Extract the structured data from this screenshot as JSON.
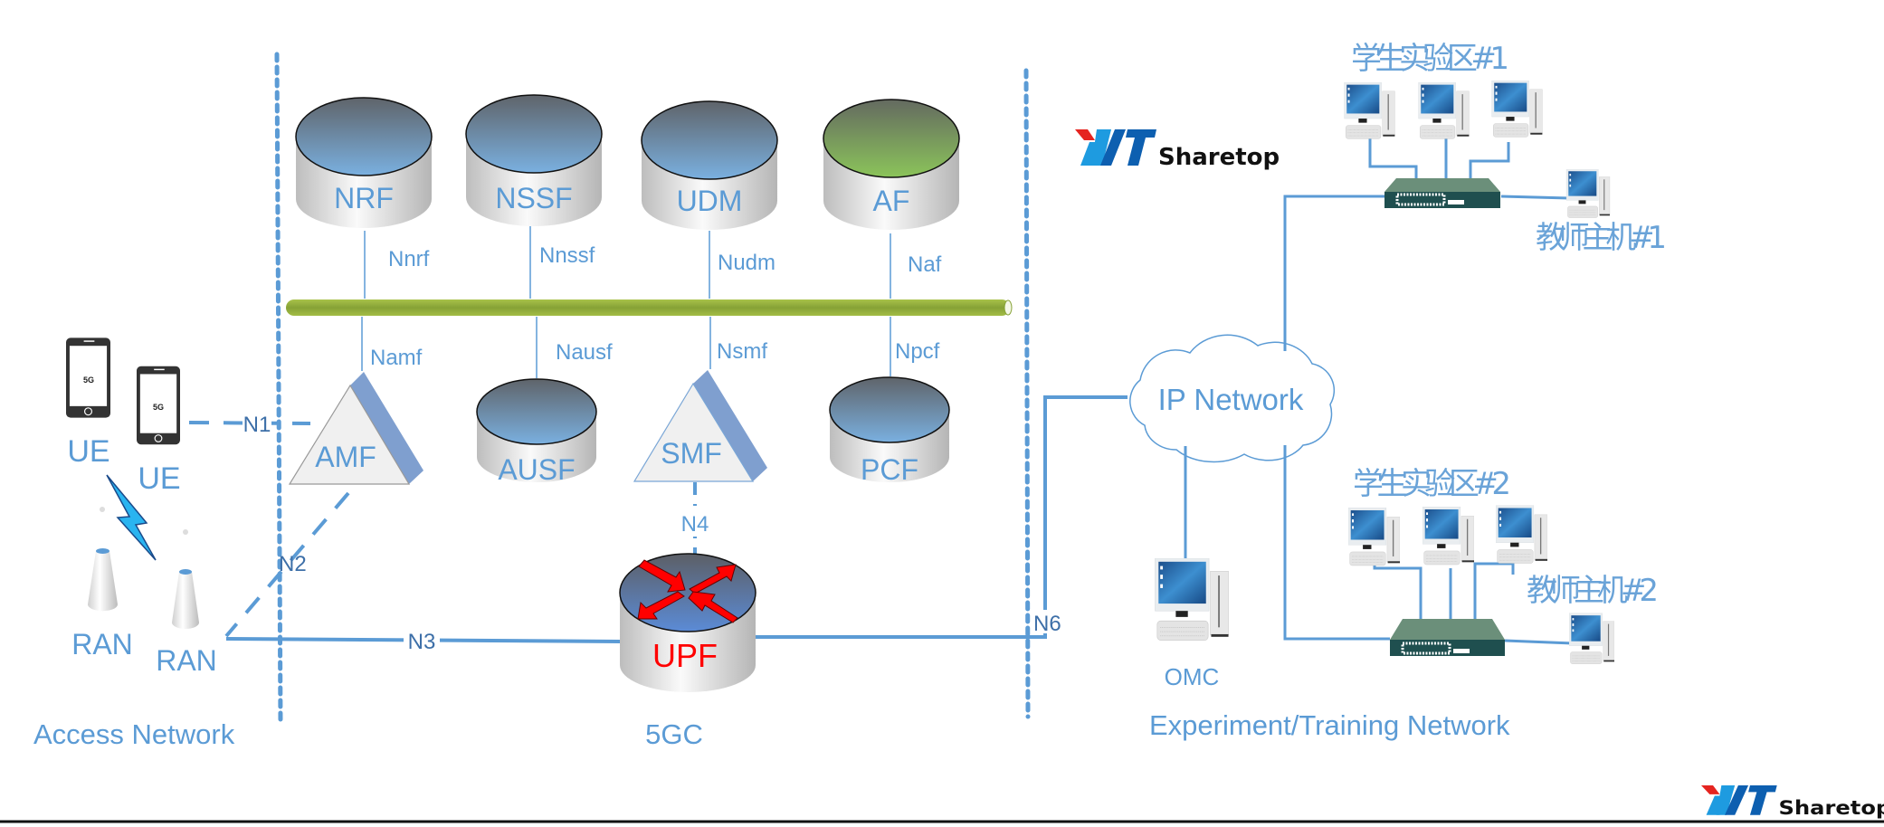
{
  "colors": {
    "text": "#5b9bd5",
    "line": "#5b9bd5",
    "bus": "#8dac3a",
    "nf_top": "#7aaedc",
    "af_top": "#8bc15a",
    "upf_label": "#ff0000",
    "switch": "#1f4f4f"
  },
  "sections": {
    "access": "Access Network",
    "core": "5GC",
    "experiment": "Experiment/Training Network"
  },
  "access": {
    "ue_labels": [
      "UE",
      "UE"
    ],
    "phone_screen": "5G",
    "ran_labels": [
      "RAN",
      "RAN"
    ]
  },
  "core": {
    "top_nfs": [
      {
        "name": "NRF",
        "interface": "Nnrf"
      },
      {
        "name": "NSSF",
        "interface": "Nnssf"
      },
      {
        "name": "UDM",
        "interface": "Nudm"
      },
      {
        "name": "AF",
        "interface": "Naf"
      }
    ],
    "bottom_nfs": [
      {
        "name": "AMF",
        "interface": "Namf"
      },
      {
        "name": "AUSF",
        "interface": "Nausf"
      },
      {
        "name": "SMF",
        "interface": "Nsmf"
      },
      {
        "name": "PCF",
        "interface": "Npcf"
      }
    ],
    "upf": "UPF",
    "links": {
      "n1": "N1",
      "n2": "N2",
      "n3": "N3",
      "n4": "N4",
      "n6": "N6"
    }
  },
  "network": {
    "cloud": "IP Network",
    "omc": "OMC",
    "lab1": "学生实验区#1",
    "teacher1": "教师主机#1",
    "lab2": "学生实验区#2",
    "teacher2": "教师主机#2"
  },
  "logo": {
    "brand": "Sharetop"
  }
}
